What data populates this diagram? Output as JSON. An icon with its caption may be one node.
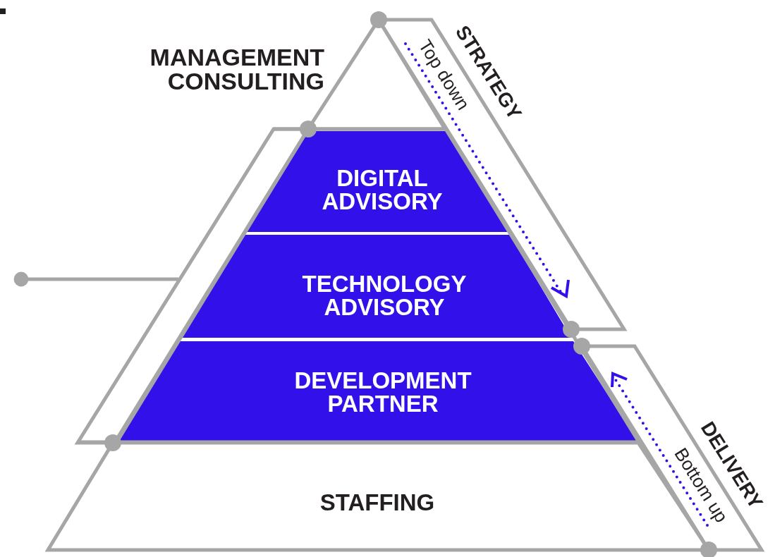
{
  "diagram": {
    "nodes": [
      {
        "text": [
          "MANAGEMENT CONSULTING"
        ]
      },
      {
        "text": [
          "DIGITAL ADVISORY"
        ]
      },
      {
        "text": [
          "TECHNOLOGY ADVISORY"
        ]
      },
      {
        "text": [
          "DEVELOPMENT PARTNER"
        ]
      },
      {
        "text": [
          "STAFFING"
        ]
      },
      {
        "text": [
          "STRATEGY",
          "Top down"
        ]
      },
      {
        "text": [
          "DELIVERY",
          "Bottom up"
        ]
      },
      {
        "text": [],
        "shape": "box"
      }
    ],
    "edges": [
      {
        "from": null,
        "to": 7,
        "arrow": "other"
      }
    ]
  }
}
